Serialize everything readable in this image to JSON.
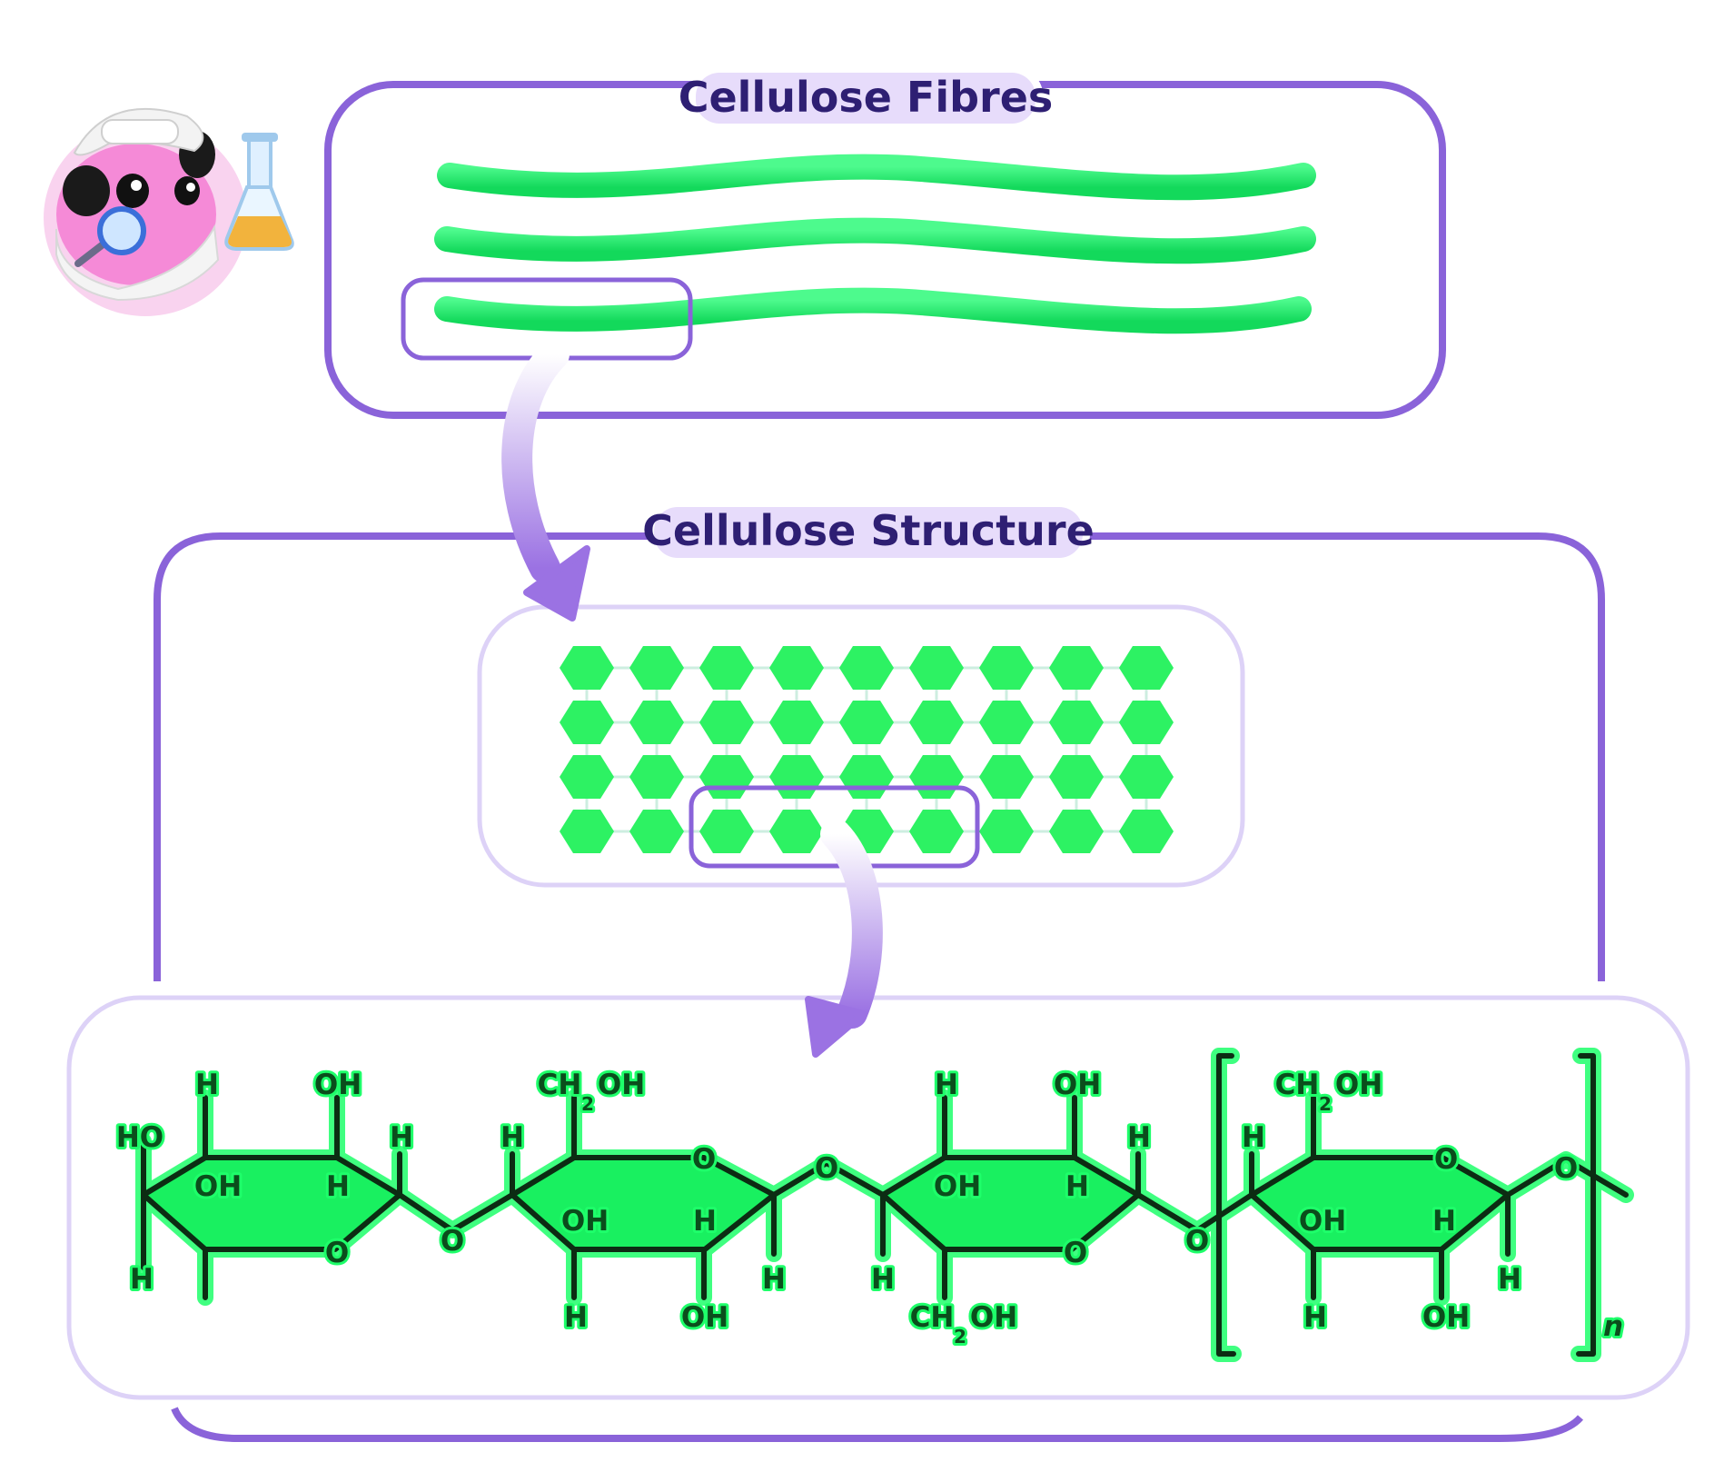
{
  "titles": {
    "fibres": "Cellulose Fibres",
    "structure": "Cellulose Structure"
  },
  "labels": {
    "H": "H",
    "OH": "OH",
    "HO": "HO",
    "O": "O",
    "CH": "CH",
    "sub2": "2",
    "n": "n"
  },
  "lattice": {
    "rows": 4,
    "columns": 9,
    "highlight_row": 4,
    "highlight_columns": [
      3,
      6
    ]
  },
  "colors": {
    "frame": "#8a63d9",
    "frame_light": "#ddd2f7",
    "title_text": "#2e1f73",
    "title_glow": "#e7dcfb",
    "fibre": "#22ee70",
    "hexagon": "#2df263",
    "ring_fill": "#19f060",
    "bond": "#0c2c13"
  },
  "icons": [
    "scientist-mascot-icon",
    "flask-icon",
    "magnifier-icon"
  ]
}
